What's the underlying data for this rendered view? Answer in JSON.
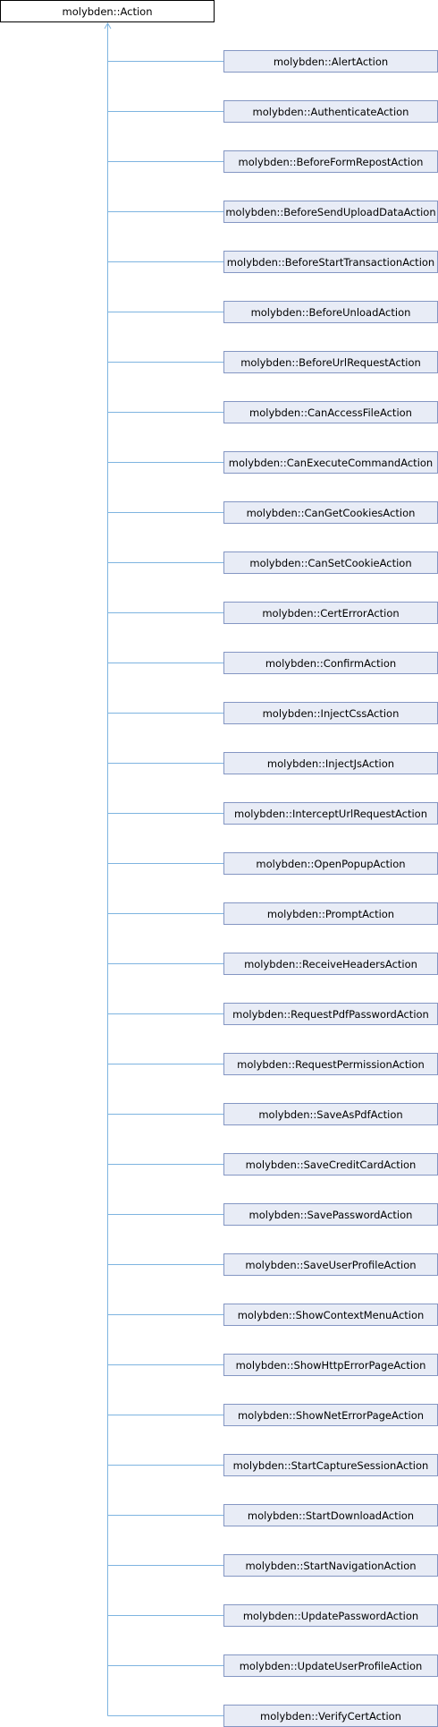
{
  "diagram": {
    "root": "molybden::Action",
    "children": [
      "molybden::AlertAction",
      "molybden::AuthenticateAction",
      "molybden::BeforeFormRepostAction",
      "molybden::BeforeSendUploadDataAction",
      "molybden::BeforeStartTransactionAction",
      "molybden::BeforeUnloadAction",
      "molybden::BeforeUrlRequestAction",
      "molybden::CanAccessFileAction",
      "molybden::CanExecuteCommandAction",
      "molybden::CanGetCookiesAction",
      "molybden::CanSetCookieAction",
      "molybden::CertErrorAction",
      "molybden::ConfirmAction",
      "molybden::InjectCssAction",
      "molybden::InjectJsAction",
      "molybden::InterceptUrlRequestAction",
      "molybden::OpenPopupAction",
      "molybden::PromptAction",
      "molybden::ReceiveHeadersAction",
      "molybden::RequestPdfPasswordAction",
      "molybden::RequestPermissionAction",
      "molybden::SaveAsPdfAction",
      "molybden::SaveCreditCardAction",
      "molybden::SavePasswordAction",
      "molybden::SaveUserProfileAction",
      "molybden::ShowContextMenuAction",
      "molybden::ShowHttpErrorPageAction",
      "molybden::ShowNetErrorPageAction",
      "molybden::StartCaptureSessionAction",
      "molybden::StartDownloadAction",
      "molybden::StartNavigationAction",
      "molybden::UpdatePasswordAction",
      "molybden::UpdateUserProfileAction",
      "molybden::VerifyCertAction"
    ],
    "colors": {
      "edge": "#7eb4e0",
      "child_border": "#8496c3",
      "child_fill": "#e8ecf6",
      "root_border": "#000000",
      "root_fill": "#ffffff"
    }
  }
}
